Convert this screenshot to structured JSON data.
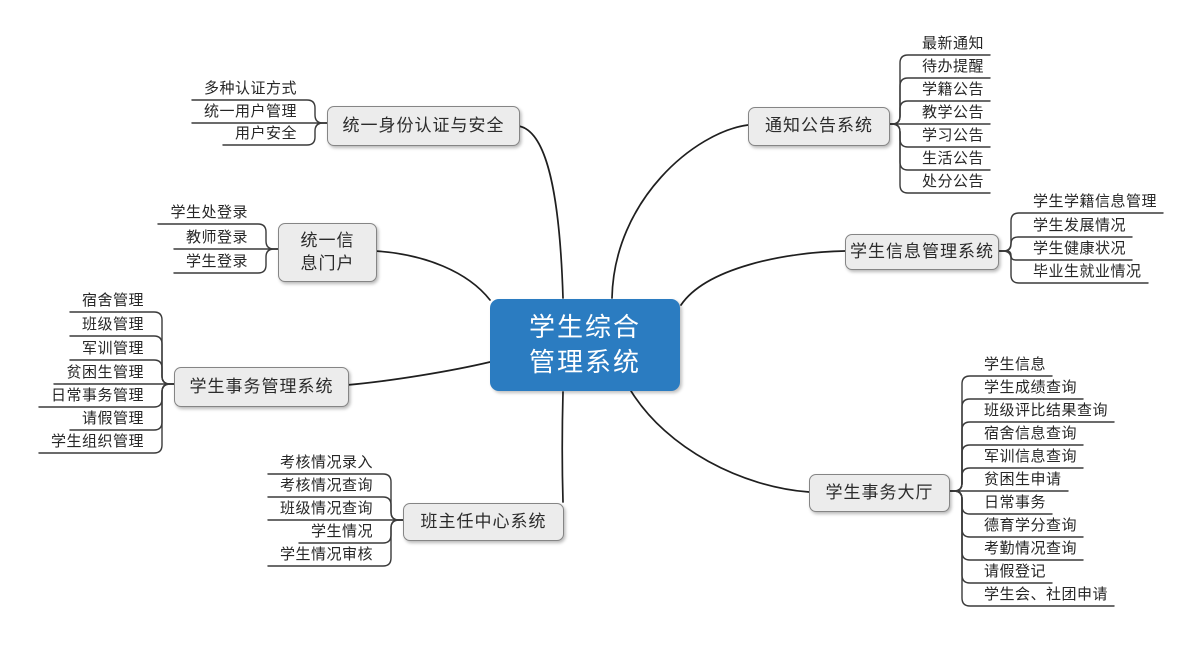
{
  "central": {
    "label": "学生综合\n管理系统"
  },
  "colors": {
    "central_bg": "#2b7cc1",
    "central_text": "#ffffff",
    "branch_bg": "#ececec",
    "branch_border": "#858585",
    "curve_line": "#1f1f1f",
    "leaf_line": "#3a3a3a"
  },
  "branches": [
    {
      "label": "统一身份认证与安全",
      "children": [
        "多种认证方式",
        "统一用户管理",
        "用户安全"
      ]
    },
    {
      "label": "通知公告系统",
      "children": [
        "最新通知",
        "待办提醒",
        "学籍公告",
        "教学公告",
        "学习公告",
        "生活公告",
        "处分公告"
      ]
    },
    {
      "label": "统一信\n息门户",
      "children": [
        "学生处登录",
        "教师登录",
        "学生登录"
      ]
    },
    {
      "label": "学生信息管理系统",
      "children": [
        "学生学籍信息管理",
        "学生发展情况",
        "学生健康状况",
        "毕业生就业情况"
      ]
    },
    {
      "label": "学生事务管理系统",
      "children": [
        "宿舍管理",
        "班级管理",
        "军训管理",
        "贫困生管理",
        "日常事务管理",
        "请假管理",
        "学生组织管理"
      ]
    },
    {
      "label": "学生事务大厅",
      "children": [
        "学生信息",
        "学生成绩查询",
        "班级评比结果查询",
        "宿舍信息查询",
        "军训信息查询",
        "贫困生申请",
        "日常事务",
        "德育学分查询",
        "考勤情况查询",
        "请假登记",
        "学生会、社团申请"
      ]
    },
    {
      "label": "班主任中心系统",
      "children": [
        "考核情况录入",
        "考核情况查询",
        "班级情况查询",
        "学生情况",
        "学生情况审核"
      ]
    }
  ]
}
